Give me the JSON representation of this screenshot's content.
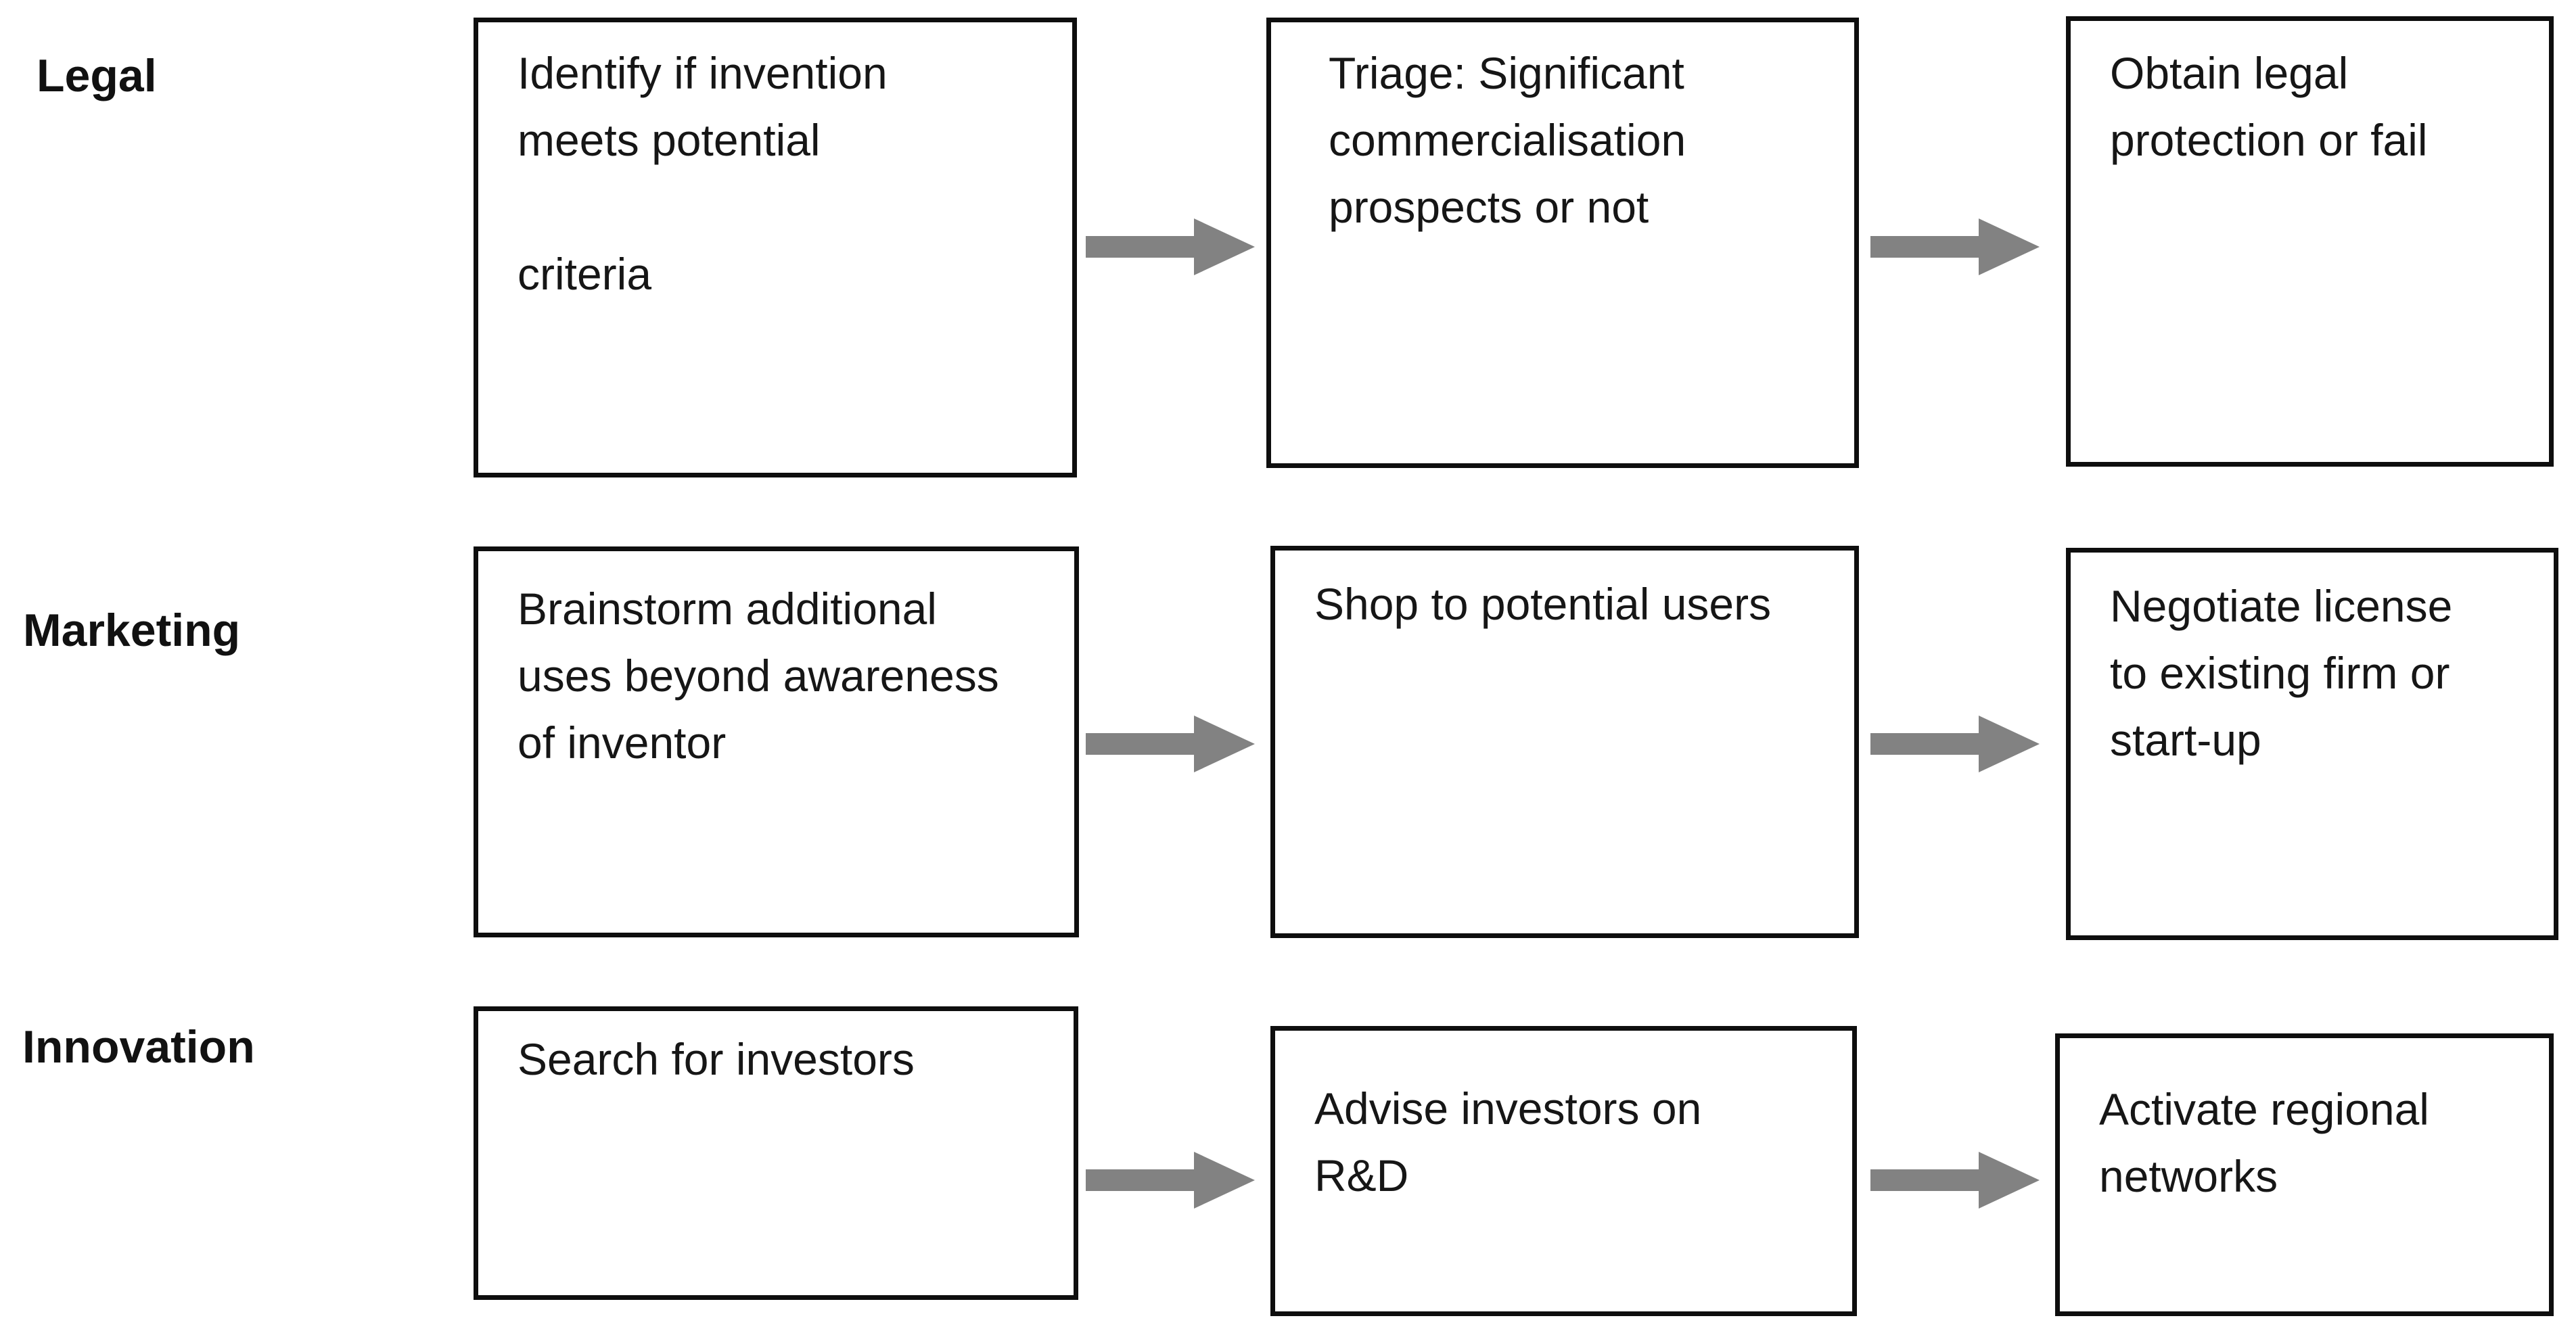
{
  "diagram": {
    "background_color": "#ffffff",
    "box_border_color": "#0e0e0e",
    "text_color": "#161616",
    "arrow_color": "#828282",
    "arrow_icon": "right-arrow-icon",
    "rows": [
      {
        "label": "Legal",
        "boxes": [
          {
            "text": "Identify if invention\nmeets potential\n\ncriteria"
          },
          {
            "text": "Triage: Significant\ncommercialisation\nprospects or not"
          },
          {
            "text": "Obtain legal\nprotection or fail"
          }
        ]
      },
      {
        "label": "Marketing",
        "boxes": [
          {
            "text": "Brainstorm additional\nuses beyond awareness\nof inventor"
          },
          {
            "text": "Shop to potential users"
          },
          {
            "text": "Negotiate license\nto existing firm or\nstart-up"
          }
        ]
      },
      {
        "label": "Innovation",
        "boxes": [
          {
            "text": "Search for investors"
          },
          {
            "text": "Advise investors on\nR&D"
          },
          {
            "text": "Activate regional\nnetworks"
          }
        ]
      }
    ]
  }
}
